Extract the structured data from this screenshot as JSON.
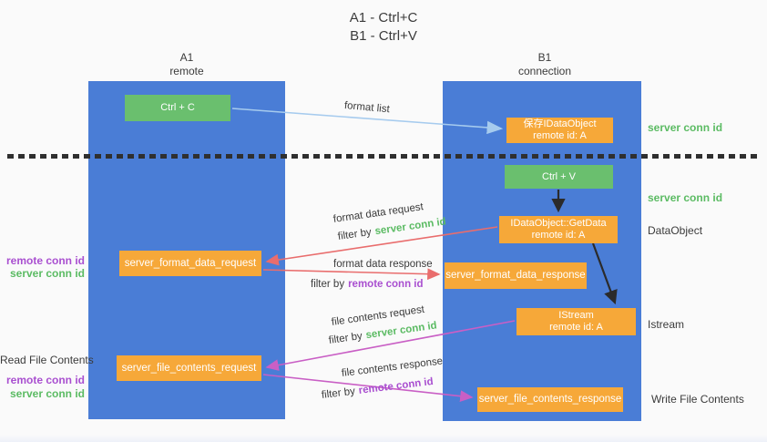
{
  "title": {
    "line1": "A1 - Ctrl+C",
    "line2": "B1 - Ctrl+V"
  },
  "lanes": {
    "left": {
      "name": "A1",
      "role": "remote"
    },
    "right": {
      "name": "B1",
      "role": "connection"
    }
  },
  "boxes": {
    "ctrl_c": "Ctrl + C",
    "ctrl_v": "Ctrl + V",
    "save_idataobject": {
      "line1": "保存IDataObject",
      "line2": "remote id: A"
    },
    "getdata": {
      "line1": "IDataObject::GetData",
      "line2": "remote id: A"
    },
    "istream": {
      "line1": "IStream",
      "line2": "remote id: A"
    },
    "format_request": "server_format_data_request",
    "format_response": "server_format_data_response",
    "file_request": "server_file_contents_request",
    "file_response": "server_file_contents_response"
  },
  "flow_labels": {
    "format_list": "format list",
    "format_data_request": "format data request",
    "filter_server_1": {
      "prefix": "filter by",
      "id": "server conn id"
    },
    "format_data_response": "format data response",
    "filter_remote_1": {
      "prefix": "filter by",
      "id": "remote conn id"
    },
    "file_contents_request": "file contents request",
    "filter_server_2": {
      "prefix": "filter by",
      "id": "server conn id"
    },
    "file_contents_response": "file contents response",
    "filter_remote_2": {
      "prefix": "filter by",
      "id": "remote conn id"
    }
  },
  "side_labels": {
    "right_server_conn_top": "server conn id",
    "right_server_conn_mid": "server conn id",
    "dataobject": "DataObject",
    "istream": "Istream",
    "write_file": "Write File Contents",
    "left_remote_conn_1": "remote conn id",
    "left_server_conn_1": "server conn id",
    "read_file": "Read File Contents",
    "left_remote_conn_2": "remote conn id",
    "left_server_conn_2": "server conn id"
  },
  "colors": {
    "lane_blue": "#4a7dd6",
    "box_green": "#6abf6e",
    "box_orange": "#f6a839",
    "id_green": "#5bbb63",
    "id_purple": "#a94fd0",
    "arrow_red": "#e96d6d",
    "arrow_pink": "#c95fc5",
    "arrow_blue": "#a6cbee",
    "arrow_black": "#2b2b2b"
  }
}
